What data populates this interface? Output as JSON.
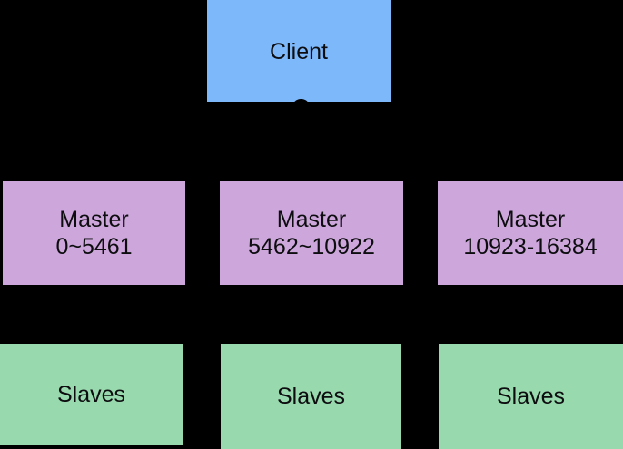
{
  "diagram": {
    "client": {
      "label": "Client"
    },
    "masters": [
      {
        "label": "Master",
        "range": "0~5461"
      },
      {
        "label": "Master",
        "range": "5462~10922"
      },
      {
        "label": "Master",
        "range": "10923-16384"
      }
    ],
    "slaves": [
      {
        "label": "Slaves"
      },
      {
        "label": "Slaves"
      },
      {
        "label": "Slaves"
      }
    ],
    "icons": {
      "connector_dot": "filled-circle"
    },
    "colors": {
      "bg": "#000000",
      "client": "#7db8fb",
      "master": "#cda7db",
      "slave": "#98d9ae",
      "text": "#0d0d10"
    }
  }
}
